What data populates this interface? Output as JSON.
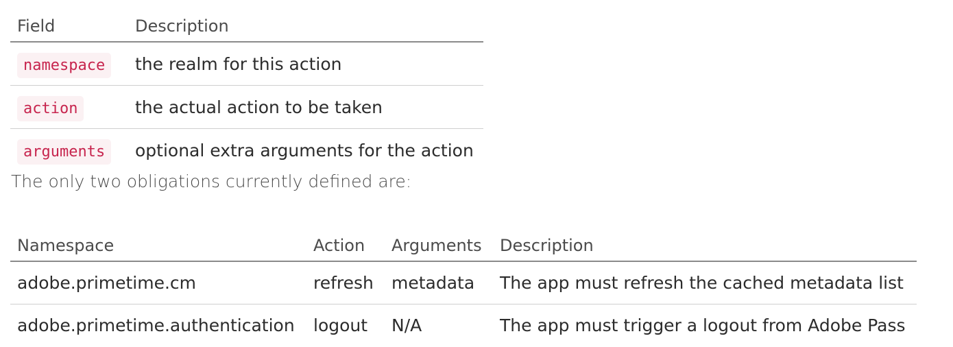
{
  "fields_table": {
    "headers": [
      "Field",
      "Description"
    ],
    "rows": [
      {
        "field": "namespace",
        "description": "the realm for this action"
      },
      {
        "field": "action",
        "description": "the actual action to be taken"
      },
      {
        "field": "arguments",
        "description": "optional extra arguments for the action"
      }
    ]
  },
  "paragraph": "The only two obligations currently defined are:",
  "obligations_table": {
    "headers": [
      "Namespace",
      "Action",
      "Arguments",
      "Description"
    ],
    "rows": [
      {
        "namespace": "adobe.primetime.cm",
        "action": "refresh",
        "arguments": "metadata",
        "description": "The app must refresh the cached metadata list"
      },
      {
        "namespace": "adobe.primetime.authentication",
        "action": "logout",
        "arguments": "N/A",
        "description": "The app must trigger a logout from Adobe Pass"
      }
    ]
  },
  "colors": {
    "code_text": "#c7254e",
    "code_bg": "#fbf1f3",
    "header_border": "#8a8a8a",
    "row_border": "#cfcfcf"
  }
}
